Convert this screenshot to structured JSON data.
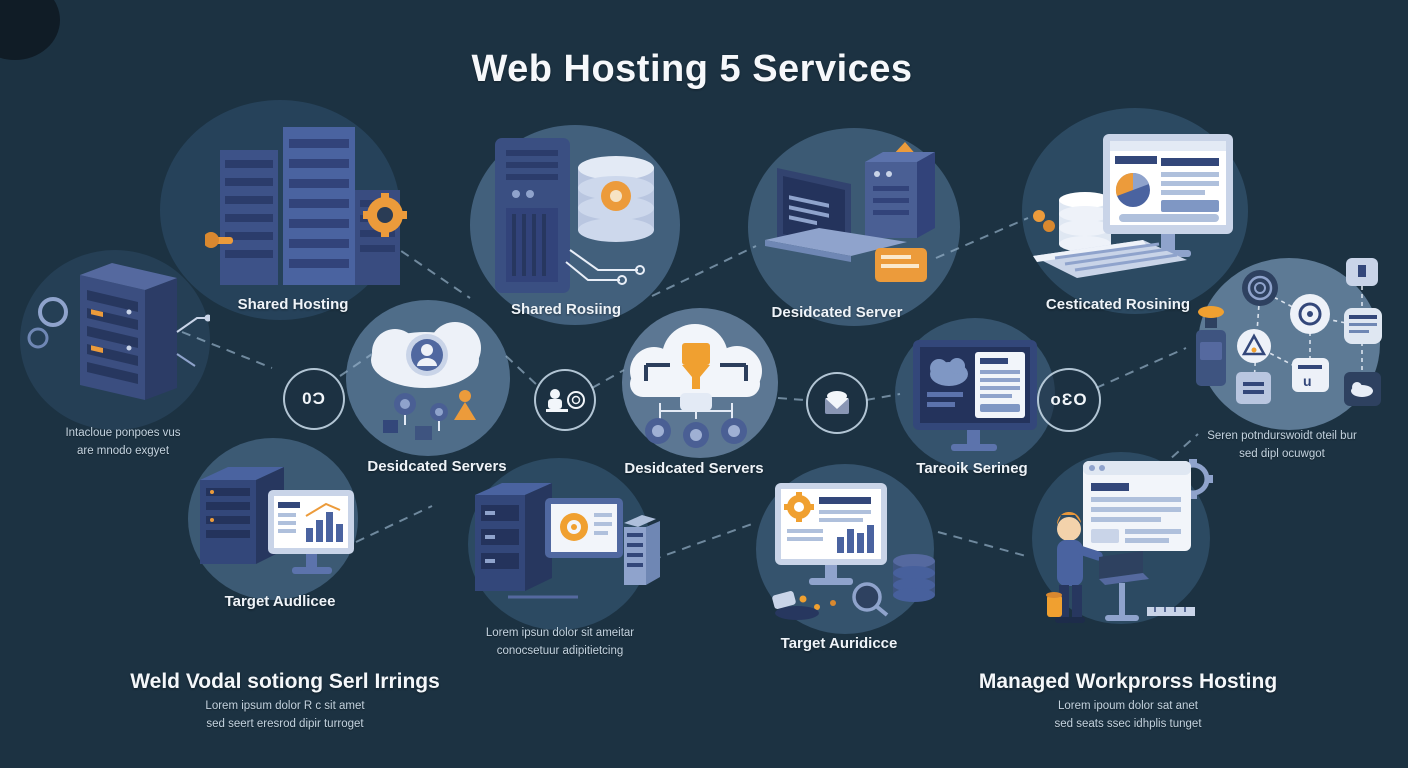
{
  "title": "Web Hosting 5 Services",
  "labels": {
    "shared_hosting": "Shared Hosting",
    "shared_rosing": "Shared Rosiing",
    "dedicated_server": "Desidcated Server",
    "cesticated_hosting": "Cesticated Rosining",
    "dedicated_servers_left": "Desidcated Servers",
    "dedicated_servers_center": "Desidcated Servers",
    "target_serineg": "Tareoik Serineg",
    "target_audience_left": "Target Audlicee",
    "target_audience_center": "Target Auridicce"
  },
  "captions": {
    "left_note_line1": "Intacloue ponpoes vus",
    "left_note_line2": "are mnodo exgyet",
    "right_note_line1": "Seren potndurswoidt oteil bur",
    "right_note_line2": "sed dipl ocuwgot",
    "center_note_line1": "Lorem ipsun dolor sit ameitar",
    "center_note_line2": "conocsetuur adipitietcing"
  },
  "badges": {
    "badge_oc": "0Ɔ",
    "badge_o3o": "oƐO"
  },
  "footers": {
    "left": {
      "heading": "Weld Vodal sotiong Serl Irrings",
      "line1": "Lorem ipsum dolor R c sit amet",
      "line2": "sed seert eresrod dipir turroget"
    },
    "right": {
      "heading": "Managed Workprorss Hosting",
      "line1": "Lorem ipoum dolor sat anet",
      "line2": "sed seats ssec idhplis tunget"
    }
  },
  "icons": [
    "office-building-icon",
    "server-tower-icon",
    "database-stack-icon",
    "laptop-icon",
    "dashboard-monitor-icon",
    "keyboard-icon",
    "server-rack-icon",
    "cloud-users-icon",
    "cloud-funnel-icon",
    "gear-icon",
    "monitor-document-icon",
    "network-cluster-icon",
    "bar-chart-monitor-icon",
    "cabinet-target-icon",
    "magnifier-icon",
    "person-laptop-icon",
    "envelope-icon",
    "user-target-icon",
    "up-arrow-icon",
    "key-icon",
    "funnel-icon"
  ],
  "colors": {
    "background": "#1c3242",
    "accent_orange": "#EC9B3B",
    "blue_dark": "#33477A",
    "blue_mid": "#4A63A0",
    "blue_light": "#C9D4E8",
    "white": "#F2F5FA",
    "label_text": "#EEF3F8",
    "caption_text": "#C4D3DF",
    "dash_line": "#9DB8CF"
  }
}
